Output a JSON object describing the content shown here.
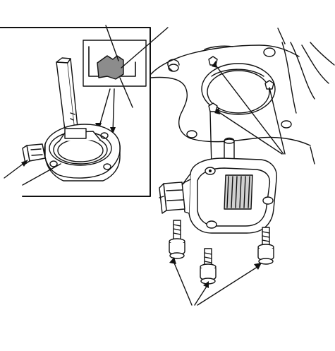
{
  "diagram": {
    "kind": "exploded-view line drawing",
    "labels": [],
    "inset_visible": true,
    "bolt_count": 3,
    "stud_count": 3,
    "colors": {
      "ink": "#111111",
      "paper": "#ffffff",
      "tone": "#8c8c8c",
      "light_tone": "#d0d0d0"
    }
  }
}
